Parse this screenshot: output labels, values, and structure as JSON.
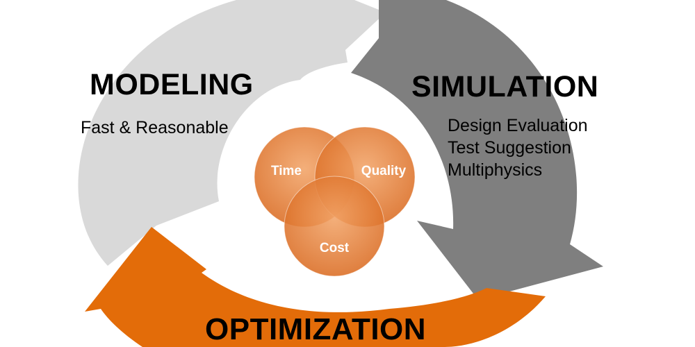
{
  "phases": {
    "modeling": {
      "title": "MODELING",
      "items": [
        "Fast & Reasonable"
      ],
      "color": "#d9d9d9"
    },
    "simulation": {
      "title": "SIMULATION",
      "items": [
        "Design Evaluation",
        "Test Suggestion",
        "Multiphysics"
      ],
      "color": "#7f7f7f"
    },
    "optimization": {
      "title": "OPTIMIZATION",
      "items": [],
      "color": "#e36c09"
    }
  },
  "venn": {
    "circles": [
      "Time",
      "Quality",
      "Cost"
    ],
    "color": "#e07b39",
    "text_color": "#ffffff"
  }
}
